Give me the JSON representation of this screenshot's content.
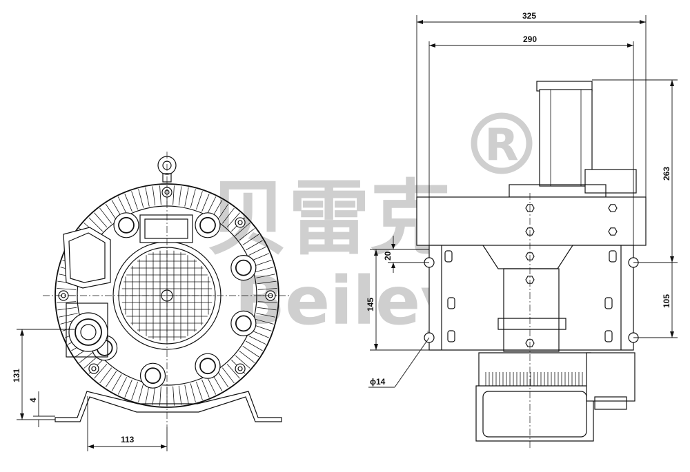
{
  "watermark": {
    "cn": "贝雷克",
    "en": "Beileyk",
    "registered": "®"
  },
  "dimensions": {
    "overall_width": "325",
    "flange_width": "290",
    "height_top": "263",
    "height_mount": "105",
    "flange_height": "145",
    "hole_offset": "20",
    "hole_dia": "ϕ14",
    "foot_height": "131",
    "foot_thickness": "4",
    "foot_half_span": "113"
  }
}
